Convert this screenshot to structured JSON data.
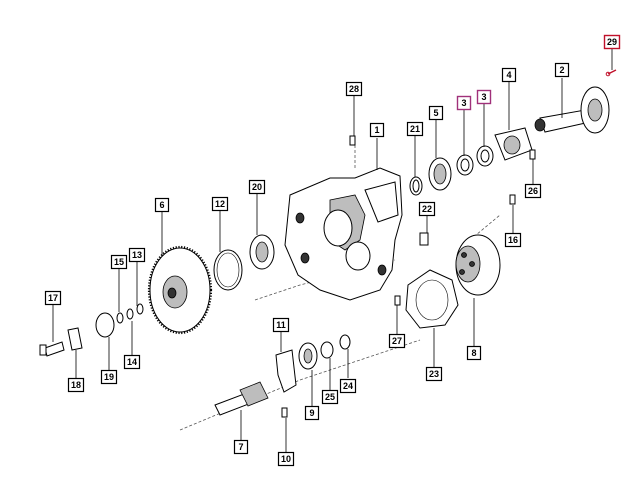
{
  "callouts": [
    {
      "label": "1"
    },
    {
      "label": "2"
    },
    {
      "label": "3"
    },
    {
      "label": "3"
    },
    {
      "label": "4"
    },
    {
      "label": "5"
    },
    {
      "label": "6"
    },
    {
      "label": "7"
    },
    {
      "label": "8"
    },
    {
      "label": "9"
    },
    {
      "label": "10"
    },
    {
      "label": "11"
    },
    {
      "label": "12"
    },
    {
      "label": "13"
    },
    {
      "label": "14"
    },
    {
      "label": "15"
    },
    {
      "label": "16"
    },
    {
      "label": "17"
    },
    {
      "label": "18"
    },
    {
      "label": "19"
    },
    {
      "label": "20"
    },
    {
      "label": "21"
    },
    {
      "label": "22"
    },
    {
      "label": "23"
    },
    {
      "label": "24"
    },
    {
      "label": "25"
    },
    {
      "label": "26"
    },
    {
      "label": "27"
    },
    {
      "label": "28"
    },
    {
      "label": "29"
    }
  ],
  "colors": {
    "highlight_magenta": "#a0307a",
    "highlight_red": "#c0102a",
    "line": "#000000"
  }
}
